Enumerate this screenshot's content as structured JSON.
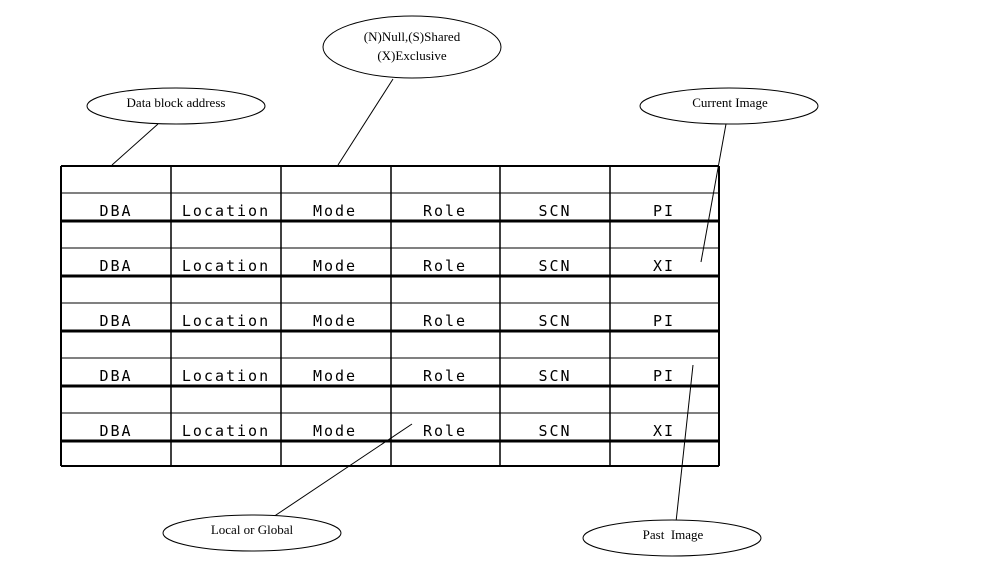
{
  "table": {
    "rows": [
      [
        "DBA",
        "Location",
        "Mode",
        "Role",
        "SCN",
        "PI"
      ],
      [
        "DBA",
        "Location",
        "Mode",
        "Role",
        "SCN",
        "XI"
      ],
      [
        "DBA",
        "Location",
        "Mode",
        "Role",
        "SCN",
        "PI"
      ],
      [
        "DBA",
        "Location",
        "Mode",
        "Role",
        "SCN",
        "PI"
      ],
      [
        "DBA",
        "Location",
        "Mode",
        "Role",
        "SCN",
        "XI"
      ]
    ]
  },
  "callouts": {
    "data_block_address": "Data block address",
    "mode_line1": "(N)Null,(S)Shared",
    "mode_line2": "(X)Exclusive",
    "current_image": "Current Image",
    "local_or_global": "Local or Global",
    "past_image": "Past  Image"
  }
}
